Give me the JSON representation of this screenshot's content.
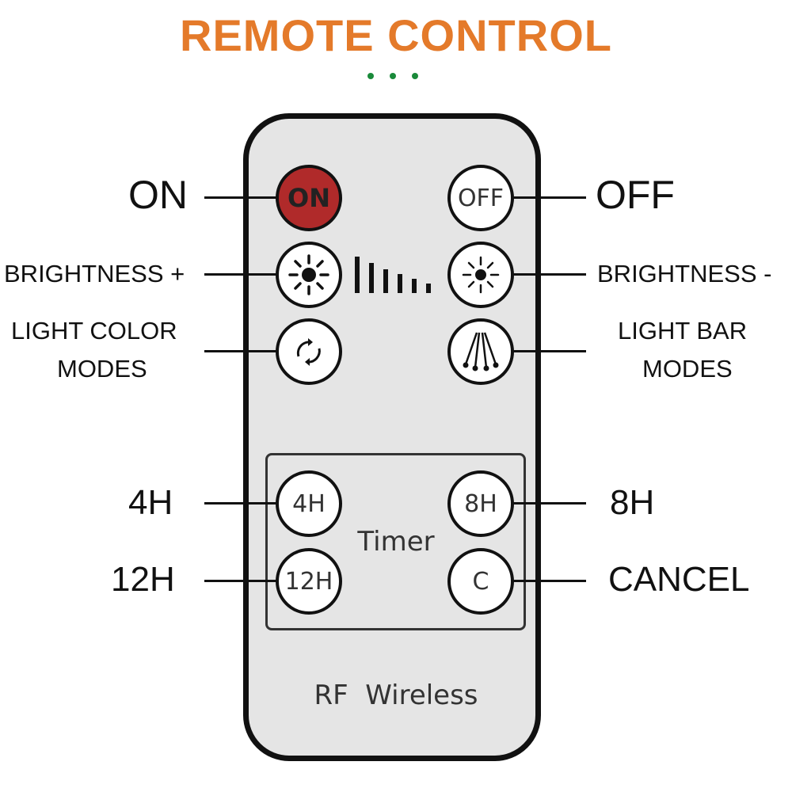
{
  "title": "REMOTE CONTROL",
  "colors": {
    "title": "#e47a2a",
    "dots": "#1a8a3a",
    "on_button": "#b02a2a"
  },
  "remote": {
    "buttons": {
      "on": "ON",
      "off": "OFF",
      "brightness_up_icon": "sun-bold-icon",
      "brightness_down_icon": "sun-light-icon",
      "light_color_icon": "cycle-arrows-icon",
      "light_bar_icon": "light-bar-icon",
      "timer_4h": "4H",
      "timer_8h": "8H",
      "timer_12h": "12H",
      "cancel": "C"
    },
    "timer_label": "Timer",
    "footer": "RF  Wireless"
  },
  "labels": {
    "on": "ON",
    "off": "OFF",
    "brightness_up": "BRIGHTNESS +",
    "brightness_down": "BRIGHTNESS -",
    "light_color_line1": "LIGHT COLOR",
    "light_color_line2": "MODES",
    "light_bar_line1": "LIGHT BAR",
    "light_bar_line2": "MODES",
    "h4": "4H",
    "h8": "8H",
    "h12": "12H",
    "cancel": "CANCEL"
  }
}
